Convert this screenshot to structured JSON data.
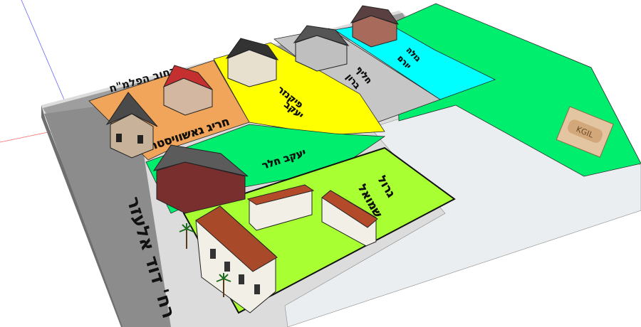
{
  "viewport": {
    "background": "#ffffff"
  },
  "streets": {
    "top": "רחוב הפלמ\"ח",
    "left": "רח' דוד אלעזר"
  },
  "plots": [
    {
      "id": "orange",
      "label": "חריג גאשוויסטר",
      "color": "#f0a55a"
    },
    {
      "id": "yellow",
      "label": "פיקנזר יעקב",
      "color": "#ffff00"
    },
    {
      "id": "gray",
      "label": "חליף ברון",
      "color": "#c6c6c6"
    },
    {
      "id": "cyan",
      "label": "גולה יורם",
      "color": "#00ffff"
    },
    {
      "id": "green",
      "label": "יעקב חלר",
      "color": "#00ee6e"
    },
    {
      "id": "lime",
      "label": "גרול שמואל",
      "color": "#a8ff32"
    }
  ],
  "stamp": {
    "text": "KGIL"
  },
  "colors": {
    "ground": "#e2e2e2",
    "road": "#9b9b9b",
    "road_shadow": "#7c7c7c",
    "big_green": "#00ee6e",
    "light_field": "#eaeef0"
  },
  "icons": [
    "house-icon",
    "palm-icon",
    "axis-lines"
  ]
}
